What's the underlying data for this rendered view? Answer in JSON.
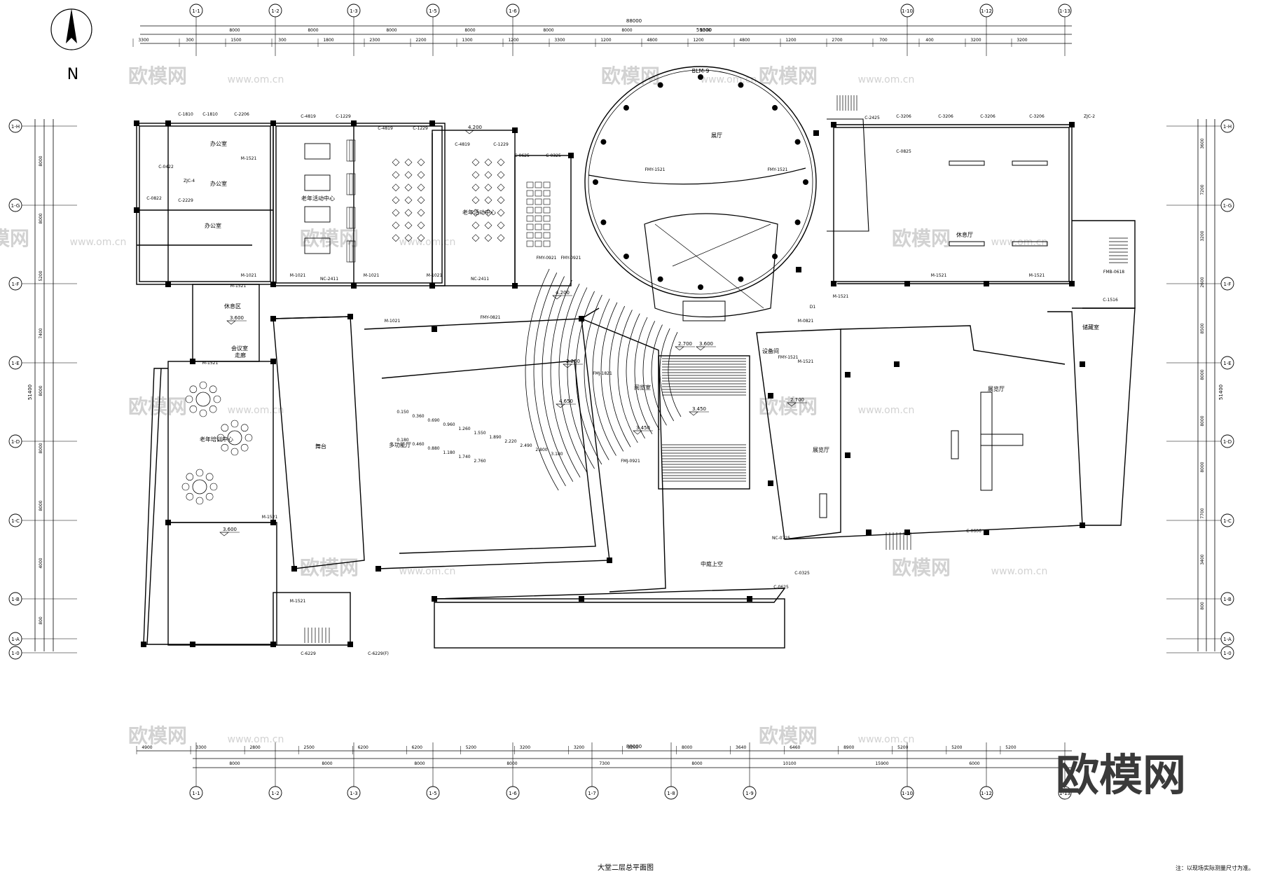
{
  "compass": {
    "north_label": "N"
  },
  "top_axes": [
    "1-1",
    "1-2",
    "1-3",
    "1-5",
    "1-6",
    "1-10",
    "1-12",
    "1-13"
  ],
  "top_total_dims": [
    "88000",
    "59300"
  ],
  "top_segment_dims": [
    "3300",
    "300",
    "1500",
    "300",
    "1800",
    "2300",
    "2200",
    "1300",
    "1200",
    "3300",
    "1200",
    "4800",
    "1200",
    "4800",
    "1200",
    "2700",
    "700",
    "400",
    "3200",
    "3200"
  ],
  "top_sub_dims": [
    "8000",
    "8000",
    "8000",
    "8000",
    "8000",
    "8000",
    "8000"
  ],
  "bottom_axes": [
    "1-1",
    "1-2",
    "1-3",
    "1-5",
    "1-6",
    "1-7",
    "1-8",
    "1-9",
    "1-10",
    "1-12",
    "1-13"
  ],
  "bottom_total_dim": "88000",
  "bottom_segment_dims": [
    "4900",
    "3300",
    "2800",
    "2500",
    "6200",
    "6200",
    "5200",
    "3200",
    "3200",
    "3200",
    "8000",
    "3640",
    "6460",
    "8900",
    "5200",
    "5200",
    "5200"
  ],
  "bottom_sub_dims": [
    "8000",
    "8000",
    "8000",
    "8000",
    "7300",
    "8000",
    "10100",
    "15900",
    "6000"
  ],
  "left_axes": [
    "1-H",
    "1-G",
    "1-F",
    "1-E",
    "1-D",
    "1-C",
    "1-B",
    "1-A",
    "1-0"
  ],
  "left_total_dim": "51400",
  "left_dims": [
    "8000",
    "8000",
    "5200",
    "7400",
    "8000",
    "8000",
    "8000",
    "4000",
    "800"
  ],
  "right_axes": [
    "1-H",
    "1-G",
    "1-F",
    "1-E",
    "1-D",
    "1-C",
    "1-B",
    "1-A",
    "1-0"
  ],
  "right_total_dim": "51400",
  "right_dims": [
    "3600",
    "7200",
    "3200",
    "2600",
    "8500",
    "8000",
    "8000",
    "8000",
    "7700",
    "3400",
    "800"
  ],
  "labels": {
    "dome": "BLM-9",
    "lobby_hall": "展厅",
    "office1": "办公室",
    "office2": "办公室",
    "office3": "办公室",
    "theater": "多功能厅",
    "stage": "舞台",
    "rest_area": "休息区",
    "meeting": "会议室",
    "reading": "阅览室",
    "exhibit1": "展览厅",
    "exhibit2": "展览厅",
    "lounge": "休息厅",
    "courtyard": "中庭上空",
    "corridor": "走廊",
    "activity1": "老年活动中心",
    "activity2": "老年活动中心",
    "training": "老年培训中心",
    "equipment": "设备间",
    "storage": "储藏室"
  },
  "elevations": [
    "3.600",
    "3.600",
    "3.600",
    "4.200",
    "4.200",
    "2.250",
    "3.450",
    "3.450",
    "2.700",
    "2.700",
    "4.650"
  ],
  "seat_elevations": [
    "0.150",
    "0.360",
    "0.690",
    "0.960",
    "1.260",
    "1.550",
    "1.890",
    "2.220",
    "2.490",
    "2.800",
    "3.180",
    "0.180",
    "0.460",
    "0.880",
    "1.180",
    "1.740",
    "2.760"
  ],
  "doors": [
    "M-1521",
    "M-1521",
    "M-1521",
    "M-1521",
    "M-1521",
    "M-1521",
    "M-1521",
    "M-1521",
    "M-1521",
    "M-1021",
    "M-1021",
    "M-1021",
    "M-1021",
    "M-1021",
    "FMY-1521",
    "FMY-1521",
    "FMY-0921",
    "FMY-0921",
    "FMY-0821",
    "FMY-1521",
    "FMJ-0921",
    "FMJ-1821",
    "FMB-0618",
    "M-0821"
  ],
  "windows": [
    "C-1810",
    "C-1810",
    "C-2206",
    "C-4819",
    "C-1229",
    "C-4819",
    "C-1229",
    "C-4819",
    "C-1229",
    "C-0625",
    "C-0325",
    "C-3206",
    "C-3206",
    "C-3206",
    "C-3206",
    "C-2425",
    "C-0825",
    "C-1516",
    "C-6229",
    "C-6229(F)",
    "C-0625",
    "C-0325",
    "C-0606",
    "C-0422",
    "C-0822",
    "C-2229",
    "NC-2411",
    "NC-2411",
    "NC-0725",
    "ZJC-2",
    "ZJC-4",
    "D1"
  ],
  "drawing_title": "大堂二层总平面图",
  "note": "注：以现场实际测量尺寸为准。",
  "watermark_text": "欧模网",
  "watermark_url": "www.om.cn",
  "brand_logo": "欧模网"
}
